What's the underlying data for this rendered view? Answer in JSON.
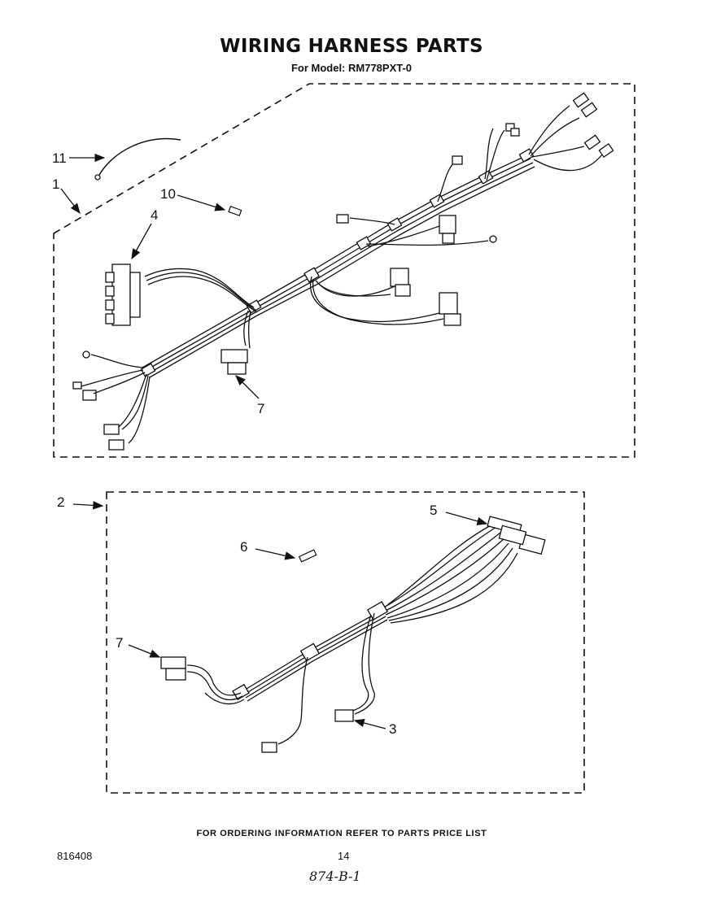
{
  "header": {
    "title": "WIRING HARNESS PARTS",
    "subtitle": "For Model: RM778PXT-0"
  },
  "callouts": {
    "c11": "11",
    "c1": "1",
    "c10": "10",
    "c4": "4",
    "c7a": "7",
    "c2": "2",
    "c5": "5",
    "c6": "6",
    "c7b": "7",
    "c3": "3"
  },
  "footer": {
    "ordering_note": "FOR ORDERING INFORMATION REFER TO PARTS PRICE LIST",
    "doc_number": "816408",
    "page_number": "14",
    "handwritten_code": "874-B-1"
  }
}
